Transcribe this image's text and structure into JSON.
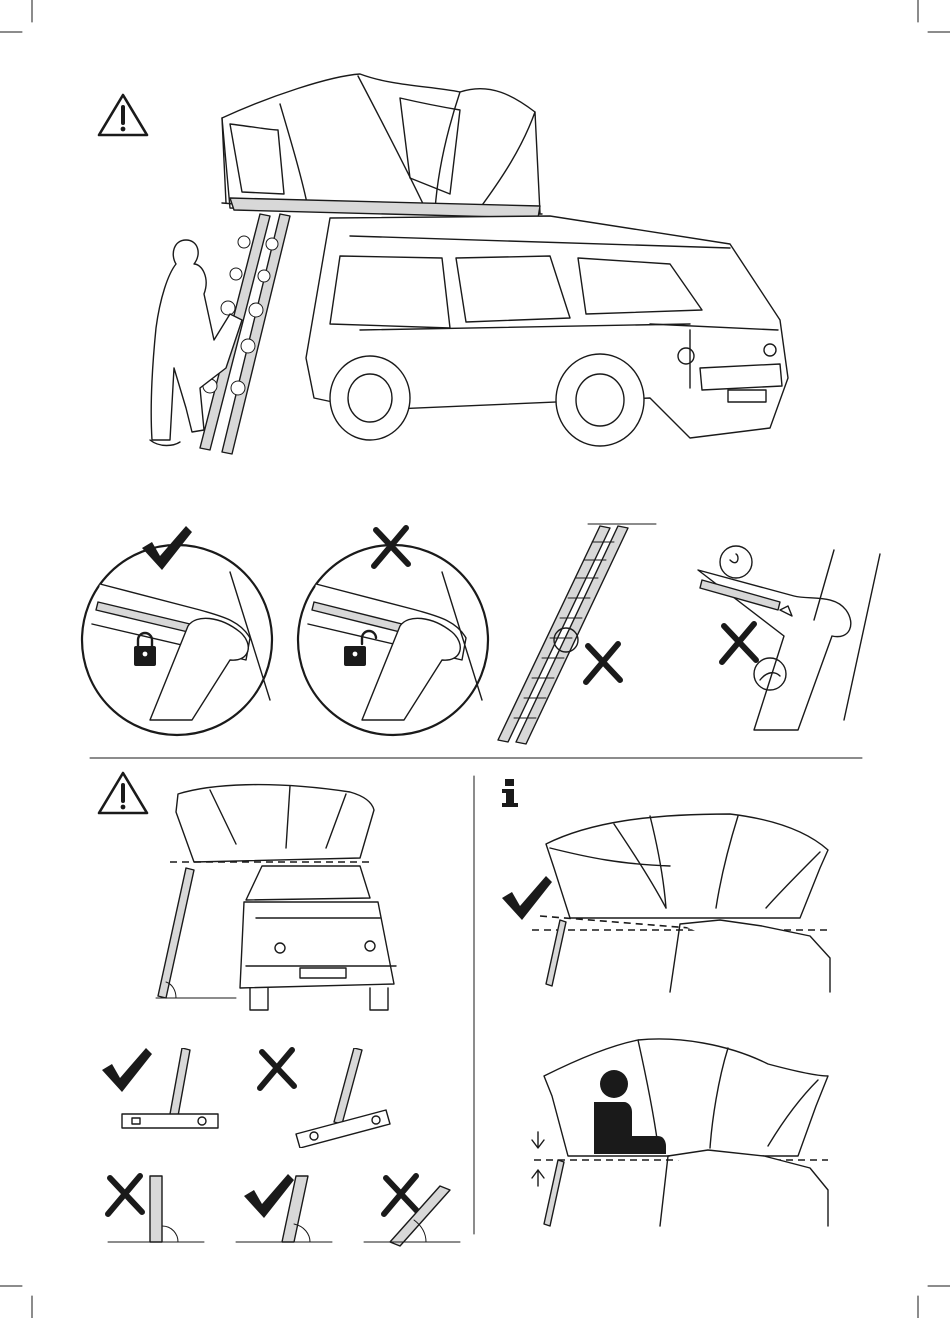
{
  "page": {
    "icons": [
      "warning-icon",
      "info-icon",
      "checkmark-icon",
      "cross-icon",
      "lock-closed-icon",
      "lock-open-icon"
    ],
    "colors": {
      "ink": "#1a1a1a",
      "paper": "#ffffff",
      "shade": "#d8d8d8"
    }
  },
  "sections": {
    "top": {
      "icon": "warning-icon",
      "figure": "person-climbing-ladder-to-roof-tent"
    },
    "lock_row": [
      {
        "status": "correct",
        "lock": "closed"
      },
      {
        "status": "incorrect",
        "lock": "open"
      },
      {
        "status": "incorrect",
        "figure": "ladder-partially-extended"
      },
      {
        "status": "incorrect",
        "figure": "ladder-joint-misaligned"
      }
    ],
    "bottom_left": {
      "icon": "warning-icon",
      "checks": [
        "correct",
        "incorrect",
        "incorrect",
        "correct",
        "incorrect"
      ]
    },
    "bottom_right": {
      "icon": "info-icon",
      "checks": [
        "correct"
      ]
    }
  }
}
